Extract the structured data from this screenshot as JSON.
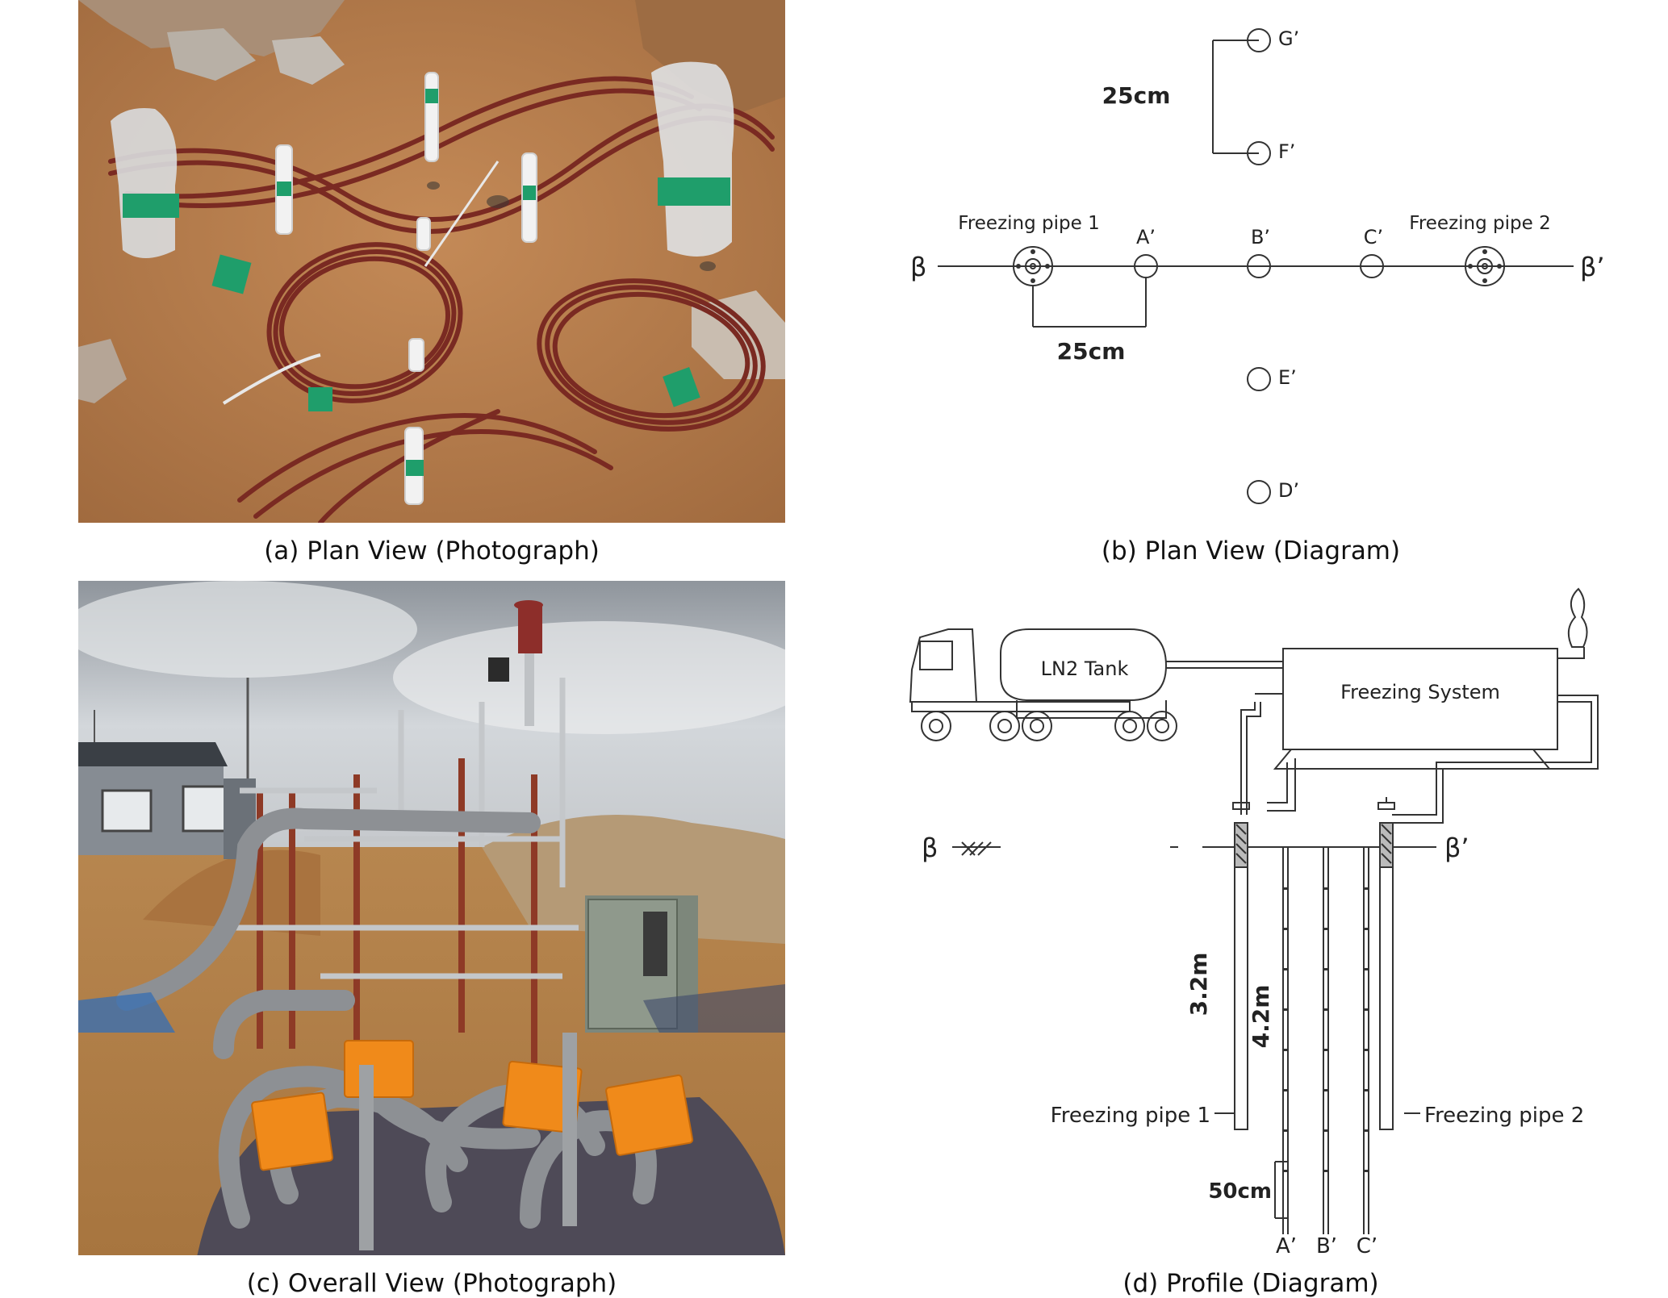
{
  "panels": {
    "a": {
      "caption": "(a) Plan View (Photograph)"
    },
    "b": {
      "caption": "(b) Plan View (Diagram)",
      "labels": {
        "g": "G’",
        "f": "F’",
        "a": "A’",
        "b": "B’",
        "c": "C’",
        "e": "E’",
        "d": "D’",
        "fp1": "Freezing pipe 1",
        "fp2": "Freezing pipe 2",
        "beta": "β",
        "beta_prime": "β’",
        "dim_top": "25cm",
        "dim_bottom": "25cm"
      }
    },
    "c": {
      "caption": "(c) Overall View (Photograph)"
    },
    "d": {
      "caption": "(d) Profile (Diagram)",
      "labels": {
        "ln2": "LN2 Tank",
        "system": "Freezing System",
        "beta": "β",
        "beta_prime": "β’",
        "depth1": "3.2m",
        "depth2": "4.2m",
        "spacing": "50cm",
        "fp1": "Freezing pipe 1",
        "fp2": "Freezing pipe 2",
        "a": "A’",
        "b": "B’",
        "c": "C’"
      }
    }
  },
  "colors": {
    "soil": "#b9804f",
    "cable": "#7a2a22",
    "tape": "#1f9e6b",
    "sky": "#c9ced4",
    "crate": "#f08a1a",
    "hose": "#8d9094"
  }
}
